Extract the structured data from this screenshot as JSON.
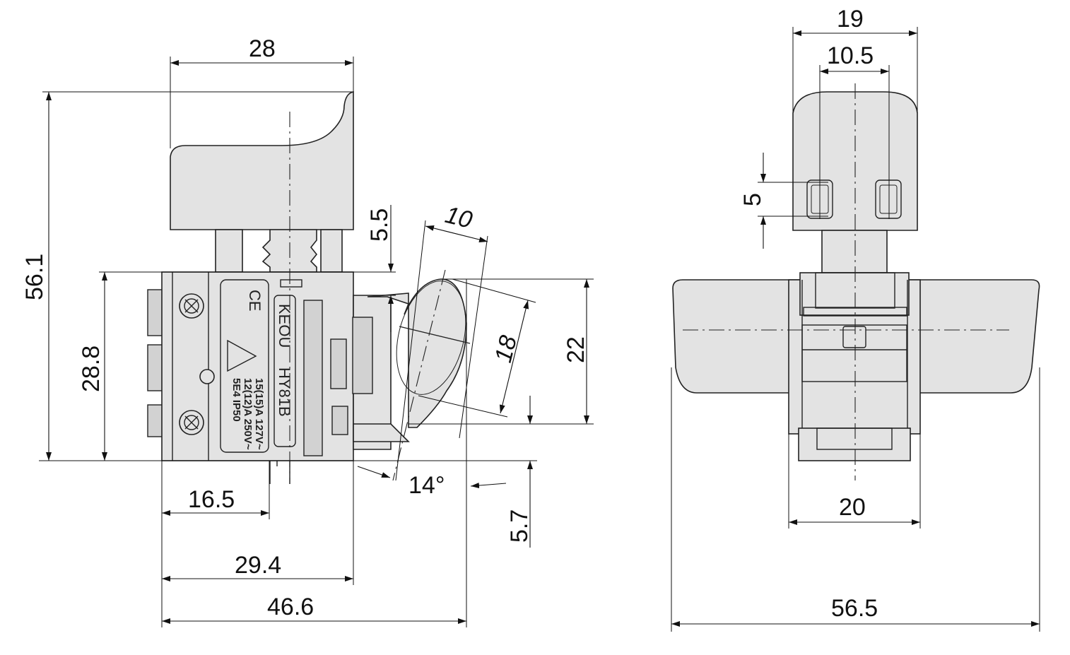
{
  "side_view": {
    "dims": {
      "width_top": "28",
      "height_total": "56.1",
      "height_body": "28.8",
      "offset_a": "16.5",
      "offset_b": "29.4",
      "length_total": "46.6",
      "step": "5.5",
      "knob_width": "10",
      "knob_diag": "18",
      "knob_height": "22",
      "angle": "14°",
      "knob_offset": "5.7"
    },
    "markings": {
      "ce_mark": "CE",
      "brand": "KEOU",
      "model": "HY81B",
      "rating_1": "15(15)A 127V~",
      "rating_2": "12(12)A 250V~",
      "rating_3": "5E4 IP50"
    }
  },
  "front_view": {
    "dims": {
      "width_top": "19",
      "width_inner": "10.5",
      "slot": "5",
      "width_mid": "20",
      "width_total": "56.5"
    }
  }
}
